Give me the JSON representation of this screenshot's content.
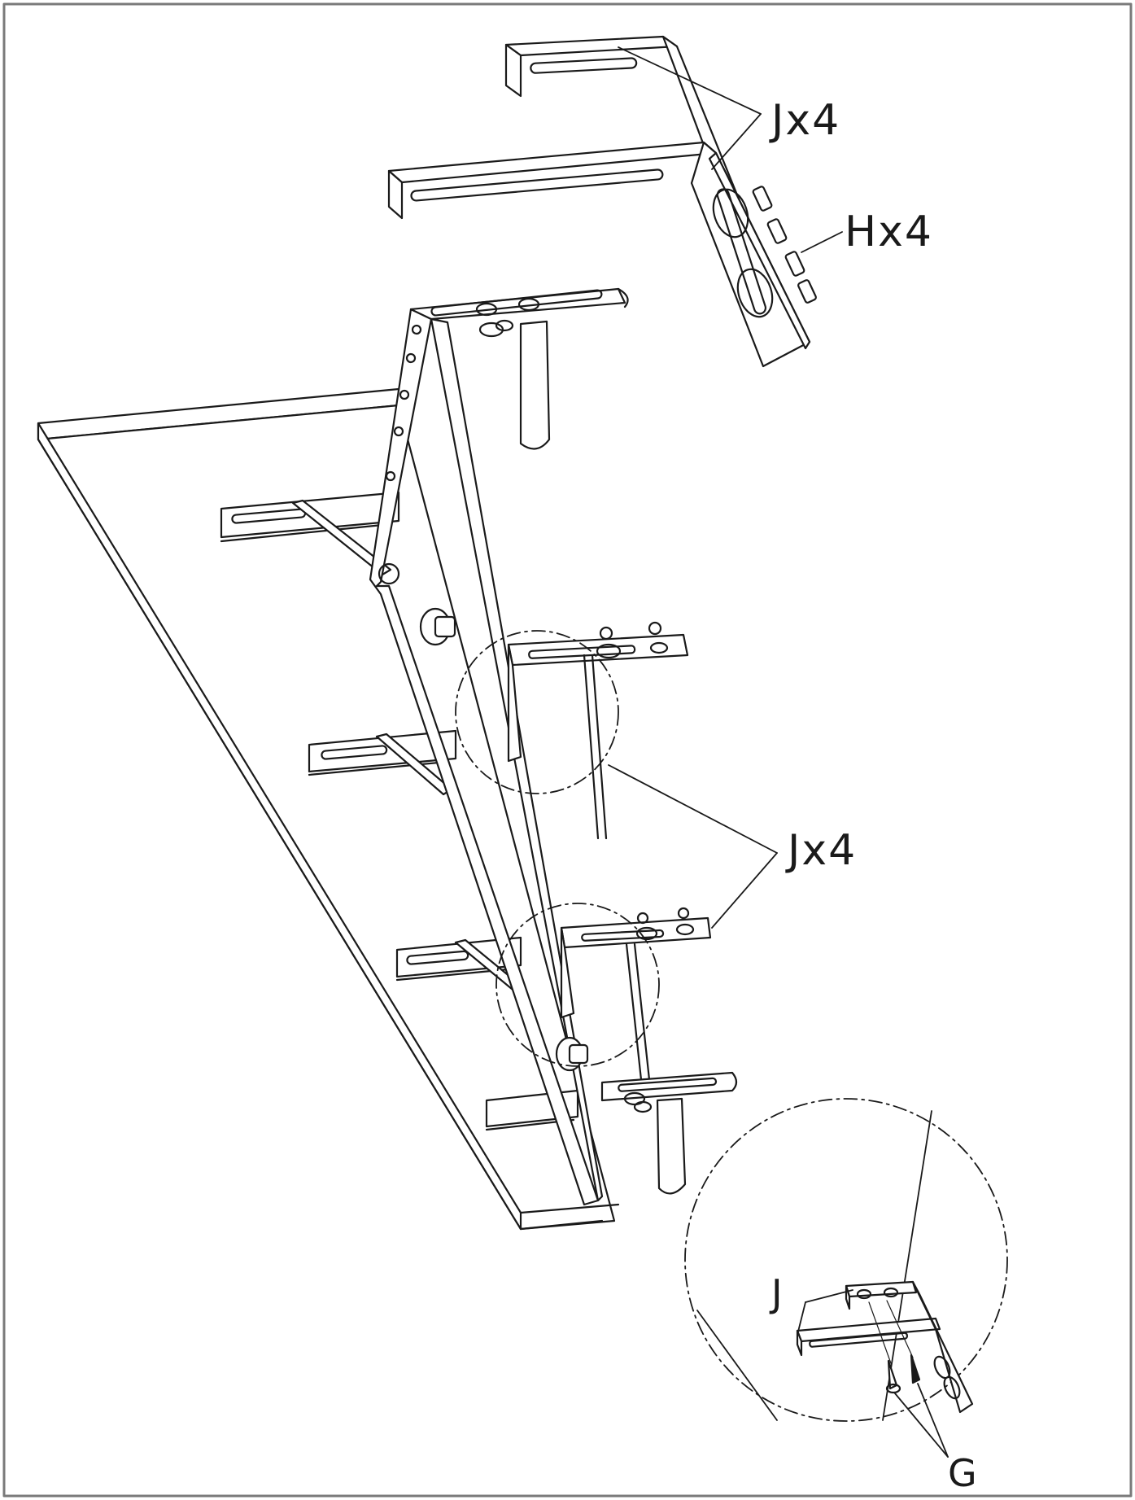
{
  "labels": {
    "top_brackets": "Jx4",
    "top_bolts": "Hx4",
    "middle_brackets": "Jx4",
    "detail_bracket": "J",
    "detail_screws": "G"
  },
  "colors": {
    "line": "#1a1a1a",
    "frame": "#7a7a7a",
    "background": "#ffffff"
  }
}
